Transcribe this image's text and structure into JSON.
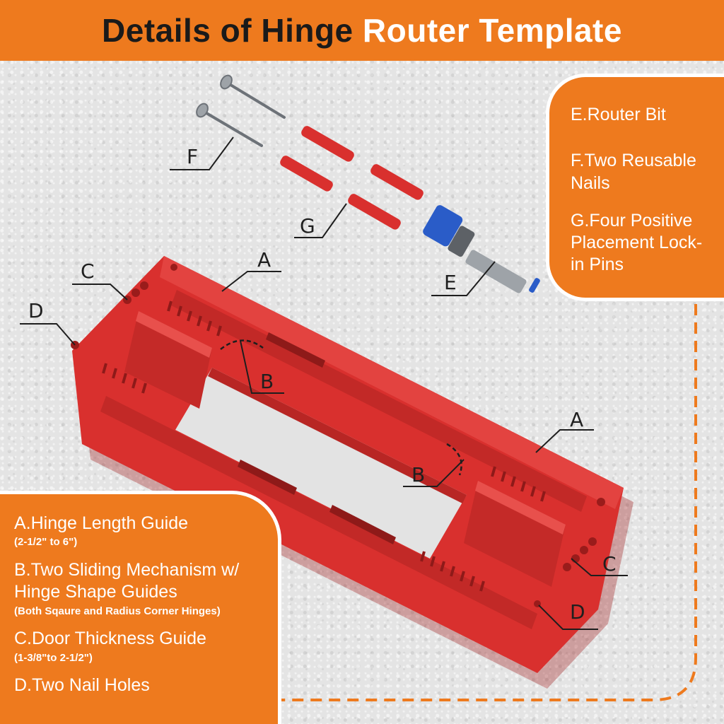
{
  "header": {
    "title_dark": "Details of Hinge",
    "title_light": "Router Template"
  },
  "right_panel": {
    "items": [
      "E.Router Bit",
      "F.Two Reusable Nails",
      "G.Four Positive Placement Lock-in Pins"
    ]
  },
  "left_panel": {
    "a_title": "A.Hinge Length Guide",
    "a_sub": "(2-1/2\" to 6\")",
    "b_title": "B.Two Sliding Mechanism w/ Hinge Shape Guides",
    "b_sub": "(Both Sqaure and Radius Corner Hinges)",
    "c_title": "C.Door Thickness Guide",
    "c_sub": "(1-3/8\"to 2-1/2\")",
    "d_title": "D.Two Nail Holes"
  },
  "callouts": {
    "a": "A",
    "b": "B",
    "c": "C",
    "d": "D",
    "e": "E",
    "f": "F",
    "g": "G"
  },
  "colors": {
    "accent_orange": "#ee7a1e",
    "template_red": "#d9302e",
    "bit_blue": "#2a5cc8"
  }
}
